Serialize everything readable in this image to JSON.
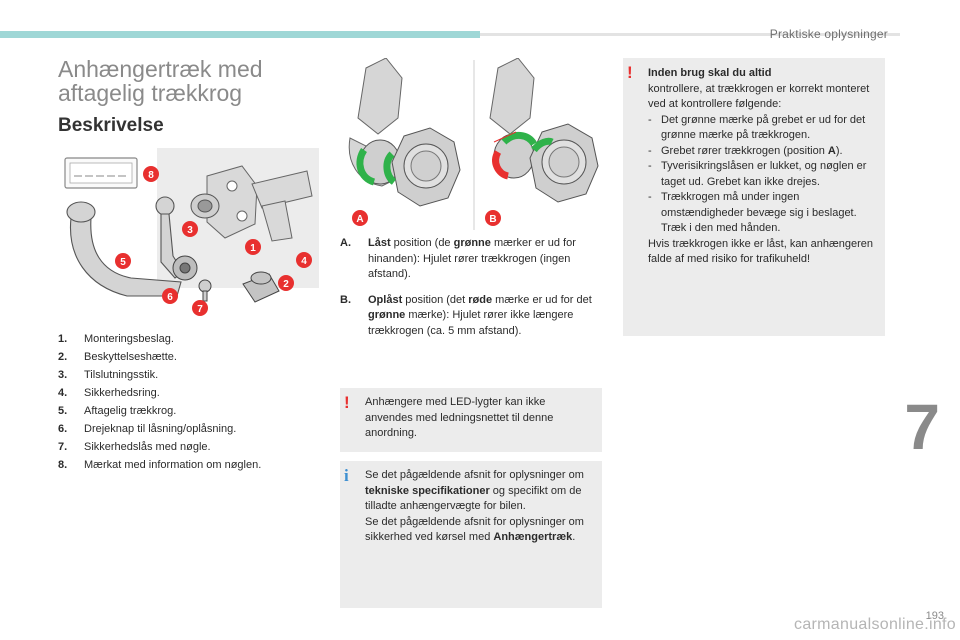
{
  "header": {
    "section": "Praktiske oplysninger"
  },
  "title": {
    "line1": "Anhængertræk med",
    "line2": "aftagelig trækkrog"
  },
  "subtitle": "Beskrivelse",
  "callouts": [
    "1",
    "2",
    "3",
    "4",
    "5",
    "6",
    "7",
    "8"
  ],
  "callout_color": "#e8302f",
  "parts": [
    {
      "num": "1.",
      "text": "Monteringsbeslag."
    },
    {
      "num": "2.",
      "text": "Beskyttelseshætte."
    },
    {
      "num": "3.",
      "text": "Tilslutningsstik."
    },
    {
      "num": "4.",
      "text": "Sikkerhedsring."
    },
    {
      "num": "5.",
      "text": "Aftagelig trækkrog."
    },
    {
      "num": "6.",
      "text": "Drejeknap til låsning/oplåsning."
    },
    {
      "num": "7.",
      "text": "Sikkerhedslås med nøgle."
    },
    {
      "num": "8.",
      "text": "Mærkat med information om nøglen."
    }
  ],
  "figure_labels": {
    "a": "A",
    "b": "B"
  },
  "positions": {
    "a": {
      "label": "A.",
      "bold": "Låst",
      "t1": " position (de ",
      "bold2": "grønne",
      "t2": " mærker er ud for hinanden): Hjulet rører trækkrogen (ingen afstand)."
    },
    "b": {
      "label": "B.",
      "bold": "Oplåst",
      "t1": " position (det ",
      "bold2": "røde",
      "t2": " mærke er ud for det ",
      "bold3": "grønne",
      "t3": " mærke): Hjulet rører ikke længere trækkrogen (ca. 5 mm afstand)."
    }
  },
  "led_note": {
    "icon": "!",
    "text": "Anhængere med LED-lygter kan ikke anvendes med ledningsnettet til denne anordning."
  },
  "info_note": {
    "icon": "i",
    "t1": "Se det pågældende afsnit for oplysninger om ",
    "b1": "tekniske specifikationer",
    "t2": " og specifikt om de tilladte anhængervægte for bilen.",
    "t3": "Se det pågældende afsnit for oplysninger om sikkerhed ved kørsel med ",
    "b2": "Anhængertræk",
    "t4": "."
  },
  "warn_note": {
    "icon": "!",
    "heading": "Inden brug skal du altid",
    "intro": "kontrollere, at trækkrogen er korrekt monteret ved at kontrollere følgende:",
    "bullets": [
      {
        "dash": "-",
        "text": "Det grønne mærke på grebet er ud for det grønne mærke på trækkrogen."
      },
      {
        "dash": "-",
        "text_a": "Grebet rører trækkrogen (position ",
        "bold": "A",
        "text_b": ")."
      },
      {
        "dash": "-",
        "text": "Tyverisikringslåsen er lukket, og nøglen er taget ud. Grebet kan ikke drejes."
      },
      {
        "dash": "-",
        "text": "Trækkrogen må under ingen omstændigheder bevæge sig i beslaget. Træk i den med hånden."
      }
    ],
    "outro": "Hvis trækkrogen ikke er låst, kan anhængeren falde af med risiko for trafikuheld!"
  },
  "chapter": "7",
  "page_number": "193",
  "watermark": "carmanualsonline.info"
}
